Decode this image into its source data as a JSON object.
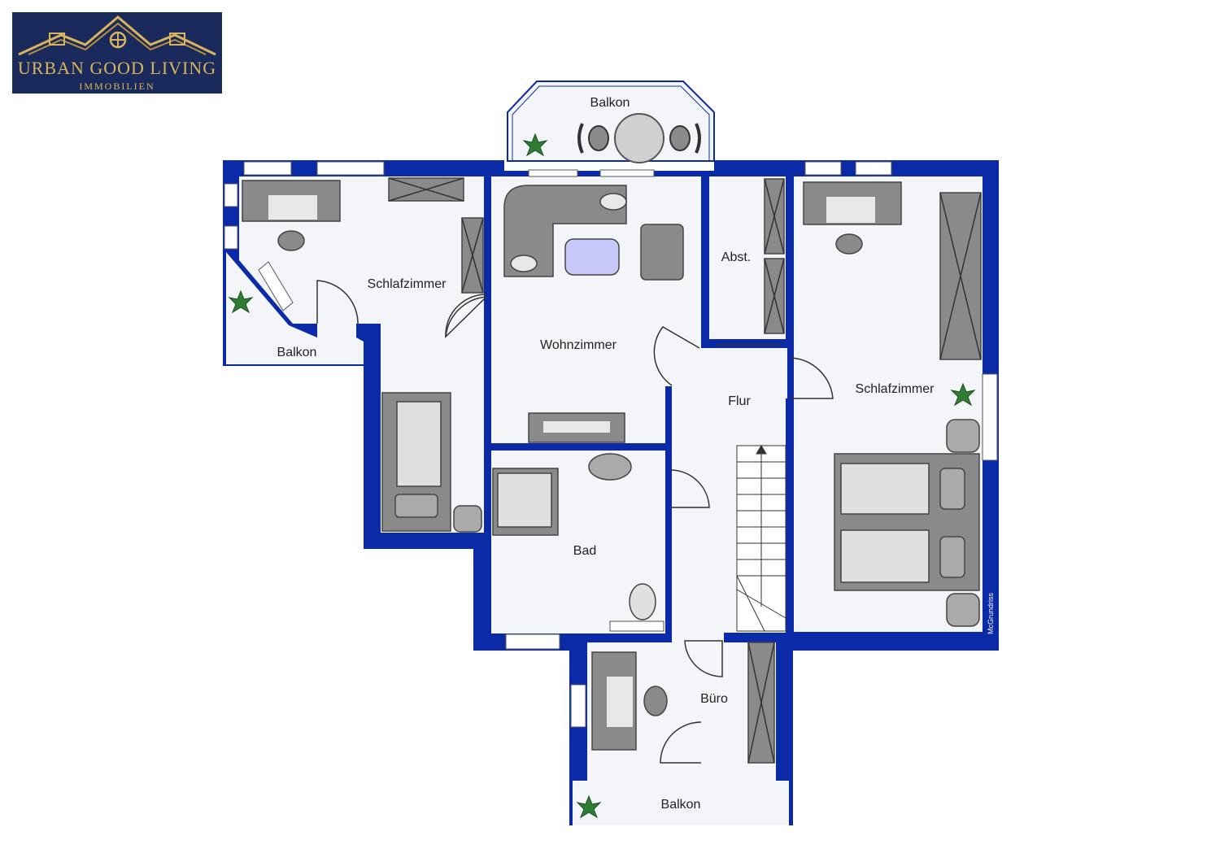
{
  "logo": {
    "name": "URBAN GOOD LIVING",
    "sub": "IMMOBILIEN"
  },
  "rooms": {
    "balkon_top": "Balkon",
    "schlafzimmer_left": "Schlafzimmer",
    "balkon_left": "Balkon",
    "wohnzimmer": "Wohnzimmer",
    "abst": "Abst.",
    "flur": "Flur",
    "schlafzimmer_right": "Schlafzimmer",
    "bad": "Bad",
    "buero": "Büro",
    "balkon_bottom": "Balkon"
  },
  "brand_mark": "McGrundriss",
  "colors": {
    "wall": "#0a2aa8",
    "floor": "#f4f5f8",
    "furniture": "#8a8a8a",
    "logo_bg": "#1a2a5c",
    "logo_gold": "#d9b45a"
  }
}
